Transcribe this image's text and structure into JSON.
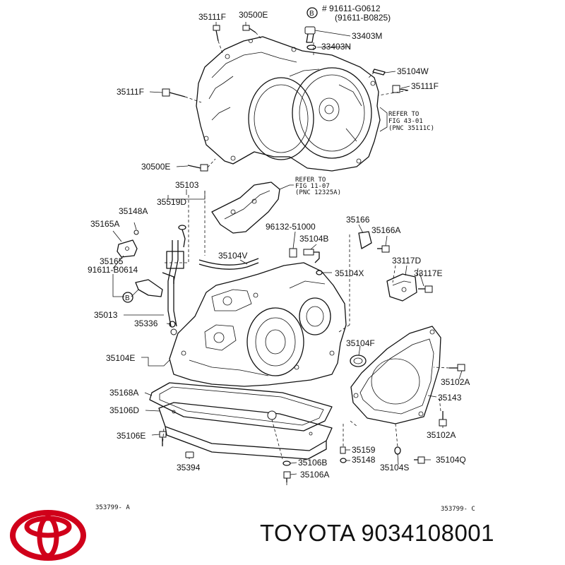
{
  "labels": {
    "l35111F_top": "35111F",
    "l30500E_top": "30500E",
    "lB_top": "B",
    "l91611G0612": "# 91611-G0612",
    "l91611B0825": "(91611-B0825)",
    "l33403M": "33403M",
    "l33403N": "33403N",
    "l35104W": "35104W",
    "l35111F_left": "35111F",
    "l35111F_right": "35111F",
    "refer_fig43_1": "REFER TO",
    "refer_fig43_2": "FIG 43-01",
    "refer_fig43_3": "(PNC 35111C)",
    "l30500E_bot": "30500E",
    "l35103": "35103",
    "refer_fig11_1": "REFER TO",
    "refer_fig11_2": "FIG 11-07",
    "refer_fig11_3": "(PNC 12325A)",
    "l35519D": "35519D",
    "l35148A": "35148A",
    "l35165A": "35165A",
    "l35165": "35165",
    "l91611B0614": "91611-B0614",
    "lB_left": "B",
    "l96132": "96132-51000",
    "l35104B": "35104B",
    "l35166": "35166",
    "l35166A": "35166A",
    "l35104V": "35104V",
    "l33117D": "33117D",
    "l35104X": "35104X",
    "l33117E": "33117E",
    "l35013": "35013",
    "l35336": "35336",
    "l35104F": "35104F",
    "l35104E": "35104E",
    "l35102A_top": "35102A",
    "l35168A": "35168A",
    "l35143": "35143",
    "l35106D": "35106D",
    "l35102A_bot": "35102A",
    "l35106E": "35106E",
    "l35159": "35159",
    "l35148": "35148",
    "l35104S": "35104S",
    "l35104Q": "35104Q",
    "l35106B": "35106B",
    "l35394": "35394",
    "l35106A": "35106A",
    "code_left": "353799- A",
    "code_right": "353799- C"
  },
  "brand": {
    "text": "TOYOTA 9034108001",
    "logo_icon": "toyota-logo-icon",
    "logo_color": "#d0001a",
    "ink_color": "#111111"
  }
}
